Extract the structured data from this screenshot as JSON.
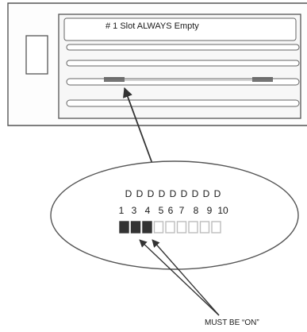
{
  "slot_note": "# 1 Slot ALWAYS Empty",
  "switch_letters": [
    "D",
    "D",
    "D",
    "D",
    "D",
    "D",
    "D",
    "D",
    "D"
  ],
  "switch_numbers": [
    "1",
    "3",
    "4",
    "5",
    "6",
    "7",
    "8",
    "9",
    "10"
  ],
  "switch_states": [
    "on",
    "on",
    "on",
    "off",
    "off",
    "off",
    "off",
    "off",
    "off"
  ],
  "callout": "MUST BE “ON”",
  "colors": {
    "outline": "#555555",
    "panel_fill": "#f7f7f7",
    "chassis_fill": "#fdfdfd",
    "switch_on": "#333333",
    "switch_off": "#bdbdbd",
    "arrow": "#333333"
  }
}
